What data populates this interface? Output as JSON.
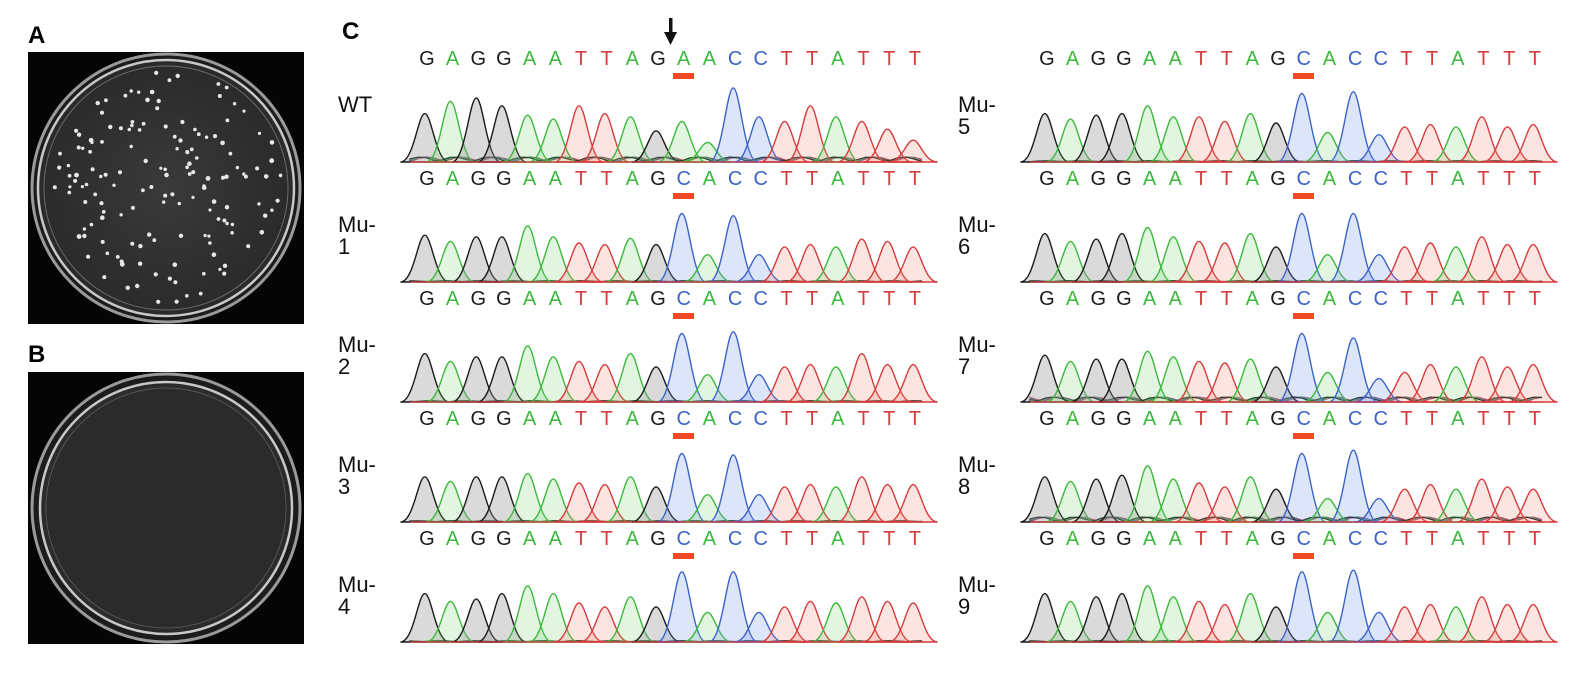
{
  "panels": {
    "A": {
      "label": "A",
      "description": "Culture plate with colonies"
    },
    "B": {
      "label": "B",
      "description": "Culture plate with no colonies"
    },
    "C": {
      "label": "C",
      "description": "Sanger sequencing chromatograms"
    }
  },
  "colors": {
    "G": "#1a1a1a",
    "A": "#3cb93c",
    "T": "#d63c3c",
    "C": "#3b63c9",
    "mutation_marker": "#ef4a23"
  },
  "sequence_wt": [
    "G",
    "A",
    "G",
    "G",
    "A",
    "A",
    "T",
    "T",
    "A",
    "G",
    "A",
    "A",
    "C",
    "C",
    "T",
    "T",
    "A",
    "T",
    "T",
    "T"
  ],
  "sequence_mu": [
    "G",
    "A",
    "G",
    "G",
    "A",
    "A",
    "T",
    "T",
    "A",
    "G",
    "C",
    "A",
    "C",
    "C",
    "T",
    "T",
    "A",
    "T",
    "T",
    "T"
  ],
  "mutation_index": 10,
  "arrow_icon": "down-arrow",
  "samples": [
    {
      "name": "WT",
      "col": 0,
      "row": 0,
      "seq": "wt",
      "heights": [
        0.62,
        0.78,
        0.82,
        0.72,
        0.6,
        0.55,
        0.72,
        0.62,
        0.58,
        0.4,
        0.52,
        0.25,
        0.95,
        0.58,
        0.52,
        0.72,
        0.58,
        0.52,
        0.42,
        0.28
      ],
      "noisy": true
    },
    {
      "name": "Mu-1",
      "col": 0,
      "row": 1,
      "seq": "mu",
      "heights": [
        0.6,
        0.52,
        0.58,
        0.58,
        0.72,
        0.58,
        0.5,
        0.48,
        0.56,
        0.48,
        0.88,
        0.35,
        0.85,
        0.35,
        0.45,
        0.48,
        0.45,
        0.55,
        0.52,
        0.45
      ],
      "noisy": false
    },
    {
      "name": "Mu-2",
      "col": 0,
      "row": 2,
      "seq": "mu",
      "heights": [
        0.62,
        0.52,
        0.58,
        0.58,
        0.72,
        0.58,
        0.52,
        0.48,
        0.62,
        0.45,
        0.88,
        0.35,
        0.9,
        0.35,
        0.45,
        0.48,
        0.45,
        0.62,
        0.48,
        0.48
      ],
      "noisy": false
    },
    {
      "name": "Mu-3",
      "col": 0,
      "row": 3,
      "seq": "mu",
      "heights": [
        0.58,
        0.52,
        0.58,
        0.58,
        0.62,
        0.55,
        0.5,
        0.48,
        0.58,
        0.45,
        0.88,
        0.35,
        0.86,
        0.35,
        0.45,
        0.48,
        0.45,
        0.58,
        0.48,
        0.48
      ],
      "noisy": false
    },
    {
      "name": "Mu-4",
      "col": 0,
      "row": 4,
      "seq": "mu",
      "heights": [
        0.62,
        0.52,
        0.55,
        0.62,
        0.72,
        0.62,
        0.5,
        0.45,
        0.58,
        0.45,
        0.9,
        0.38,
        0.9,
        0.38,
        0.45,
        0.52,
        0.5,
        0.58,
        0.52,
        0.5
      ],
      "noisy": false
    },
    {
      "name": "Mu-5",
      "col": 1,
      "row": 0,
      "seq": "mu",
      "heights": [
        0.62,
        0.55,
        0.6,
        0.62,
        0.72,
        0.58,
        0.58,
        0.52,
        0.62,
        0.5,
        0.88,
        0.38,
        0.9,
        0.35,
        0.45,
        0.48,
        0.45,
        0.58,
        0.45,
        0.48
      ],
      "noisy": false
    },
    {
      "name": "Mu-6",
      "col": 1,
      "row": 1,
      "seq": "mu",
      "heights": [
        0.62,
        0.52,
        0.55,
        0.62,
        0.7,
        0.58,
        0.52,
        0.5,
        0.62,
        0.45,
        0.88,
        0.35,
        0.88,
        0.35,
        0.45,
        0.5,
        0.45,
        0.58,
        0.48,
        0.48
      ],
      "noisy": false
    },
    {
      "name": "Mu-7",
      "col": 1,
      "row": 2,
      "seq": "mu",
      "heights": [
        0.6,
        0.52,
        0.55,
        0.55,
        0.65,
        0.58,
        0.52,
        0.5,
        0.55,
        0.45,
        0.88,
        0.38,
        0.82,
        0.3,
        0.38,
        0.48,
        0.45,
        0.58,
        0.45,
        0.48
      ],
      "noisy": true
    },
    {
      "name": "Mu-8",
      "col": 1,
      "row": 3,
      "seq": "mu",
      "heights": [
        0.58,
        0.52,
        0.55,
        0.6,
        0.72,
        0.55,
        0.5,
        0.45,
        0.58,
        0.42,
        0.88,
        0.3,
        0.92,
        0.3,
        0.42,
        0.48,
        0.42,
        0.55,
        0.45,
        0.42
      ],
      "noisy": true
    },
    {
      "name": "Mu-9",
      "col": 1,
      "row": 4,
      "seq": "mu",
      "heights": [
        0.62,
        0.52,
        0.58,
        0.62,
        0.72,
        0.58,
        0.52,
        0.48,
        0.62,
        0.45,
        0.9,
        0.38,
        0.92,
        0.38,
        0.45,
        0.48,
        0.45,
        0.58,
        0.48,
        0.48
      ],
      "noisy": false
    }
  ]
}
